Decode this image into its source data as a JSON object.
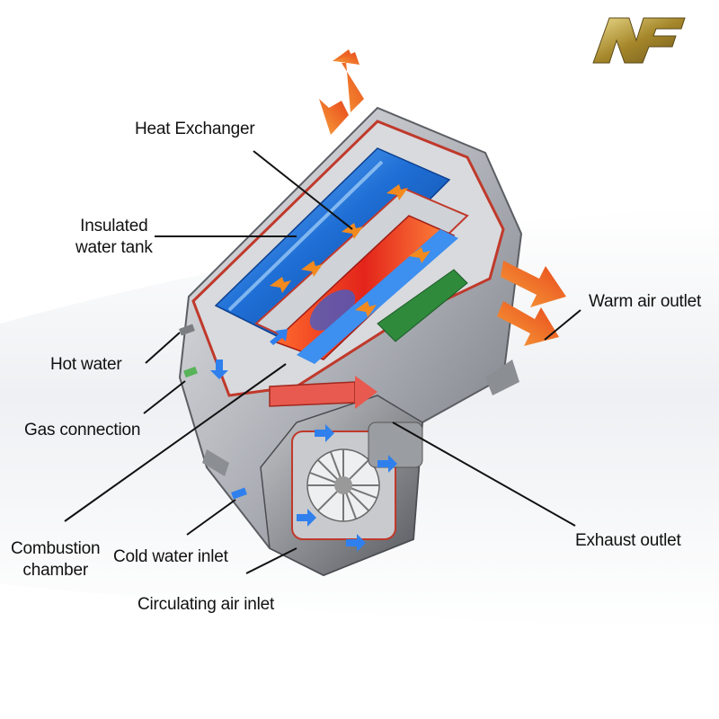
{
  "labels": {
    "heat_exchanger": "Heat Exchanger",
    "insulated_tank_line1": "Insulated",
    "insulated_tank_line2": "water tank",
    "warm_air_outlet": "Warm air outlet",
    "hot_water": "Hot water",
    "gas_connection": "Gas connection",
    "exhaust_outlet": "Exhaust outlet",
    "combustion_line1": "Combustion",
    "combustion_line2": "chamber",
    "cold_water_inlet": "Cold water inlet",
    "circulating_air_inlet": "Circulating air inlet"
  },
  "logo": {
    "text": "NF"
  },
  "colors": {
    "water_tank_blue": "#1f6fd6",
    "flame_red": "#e3241b",
    "outline_red": "#c0392b",
    "warm_arrow": "#f26522",
    "cool_arrow": "#2f80ed",
    "housing_grey": "#b9bcc2",
    "logo_gold": "#b79a3c"
  }
}
